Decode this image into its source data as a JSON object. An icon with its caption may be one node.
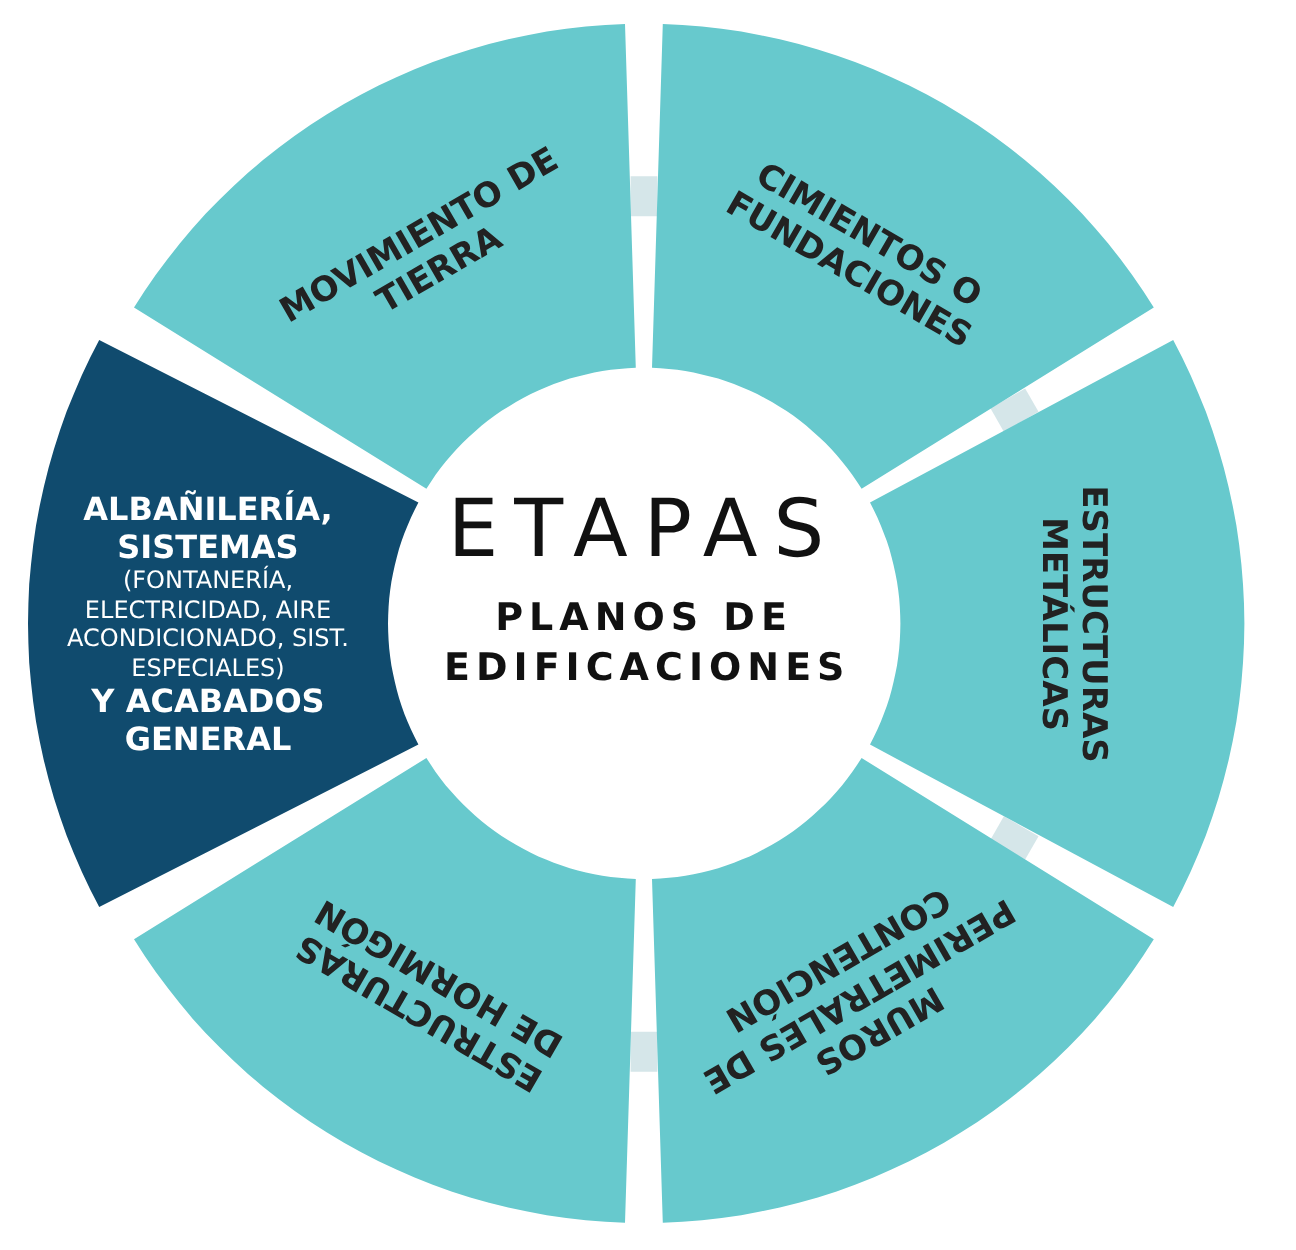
{
  "diagram": {
    "title": "ETAPAS",
    "nodes": [
      {
        "text": [
          "MOVIMIENTO DE TIERRA"
        ]
      },
      {
        "text": [
          "CIMIENTOS O FUNDACIONES"
        ]
      },
      {
        "text": [
          "ESTRUCTURAS METÁLICAS"
        ]
      },
      {
        "text": [
          "MUROS PERIMETRALES DE CONTENCIÓN"
        ]
      },
      {
        "text": [
          "ESTRUCTURAS DE HORMIGÓN"
        ]
      },
      {
        "text": [
          "ALBAÑILERÍA, SISTEMAS",
          "(FONTANERÍA, ELECTRICIDAD, AIRE ACONDICIONADO, SIST. ESPECIALES)",
          "Y ACABADOS GENERAL"
        ]
      }
    ],
    "edges": [
      {
        "from": 0,
        "to": 1,
        "arrow": "none"
      },
      {
        "from": 1,
        "to": 2,
        "arrow": "none"
      },
      {
        "from": 2,
        "to": 3,
        "arrow": "none"
      },
      {
        "from": 3,
        "to": 4,
        "arrow": "none"
      }
    ],
    "labels": [
      "PLANOS DE EDIFICACIONES"
    ]
  }
}
